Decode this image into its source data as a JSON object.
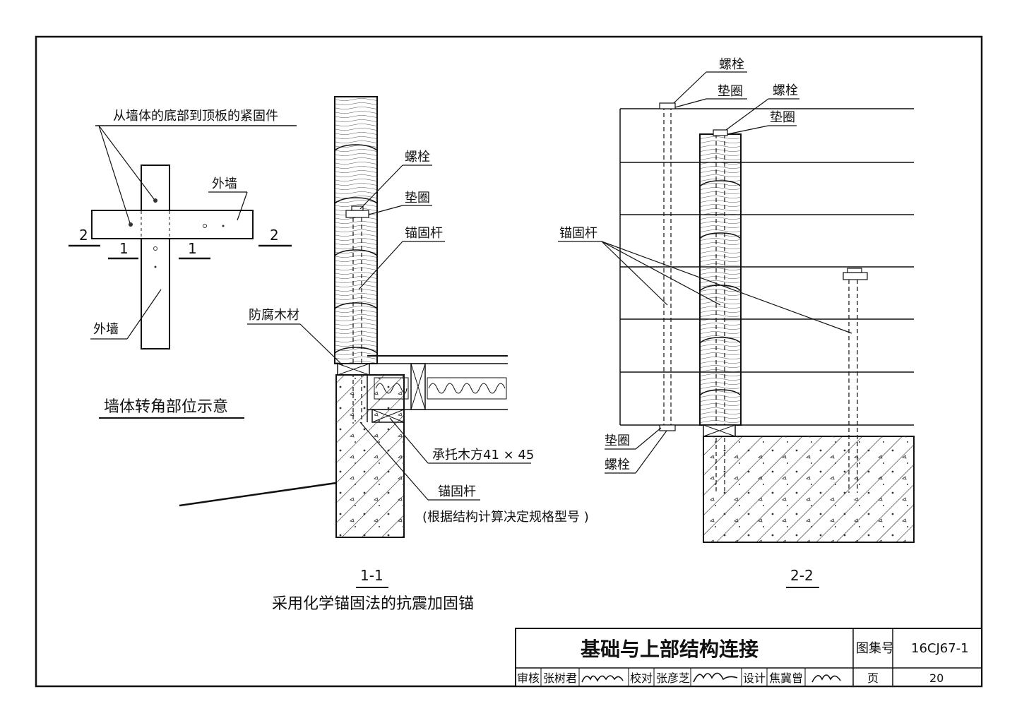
{
  "corner": {
    "fastener_label": "从墙体的底部到顶板的紧固件",
    "outer_wall_top": "外墙",
    "outer_wall_bottom": "外墙",
    "cut_2_left": "2",
    "cut_2_right": "2",
    "cut_1_left": "1",
    "cut_1_right": "1",
    "caption": "墙体转角部位示意"
  },
  "section_1_1": {
    "bolt": "螺栓",
    "washer": "垫圈",
    "anchor_rod": "锚固杆",
    "preserved_timber": "防腐木材",
    "ledger": "承托木方41 × 45",
    "anchor_rod_2": "锚固杆",
    "anchor_note": "(根据结构计算决定规格型号 )",
    "section_label": "1-1",
    "caption": "采用化学锚固法的抗震加固锚"
  },
  "section_2_2": {
    "bolt_top_left": "螺栓",
    "washer_top_left": "垫圈",
    "bolt_top_right": "螺栓",
    "washer_top_right": "垫圈",
    "anchor_rod": "锚固杆",
    "washer_bottom": "垫圈",
    "bolt_bottom": "螺栓",
    "section_label": "2-2"
  },
  "title_block": {
    "title": "基础与上部结构连接",
    "atlas_no_label": "图集号",
    "atlas_no": "16CJ67-1",
    "review_label": "审核",
    "reviewer": "张树君",
    "check_label": "校对",
    "checker": "张彦芝",
    "design_label": "设计",
    "designer": "焦冀曾",
    "page_label": "页",
    "page_no": "20"
  }
}
